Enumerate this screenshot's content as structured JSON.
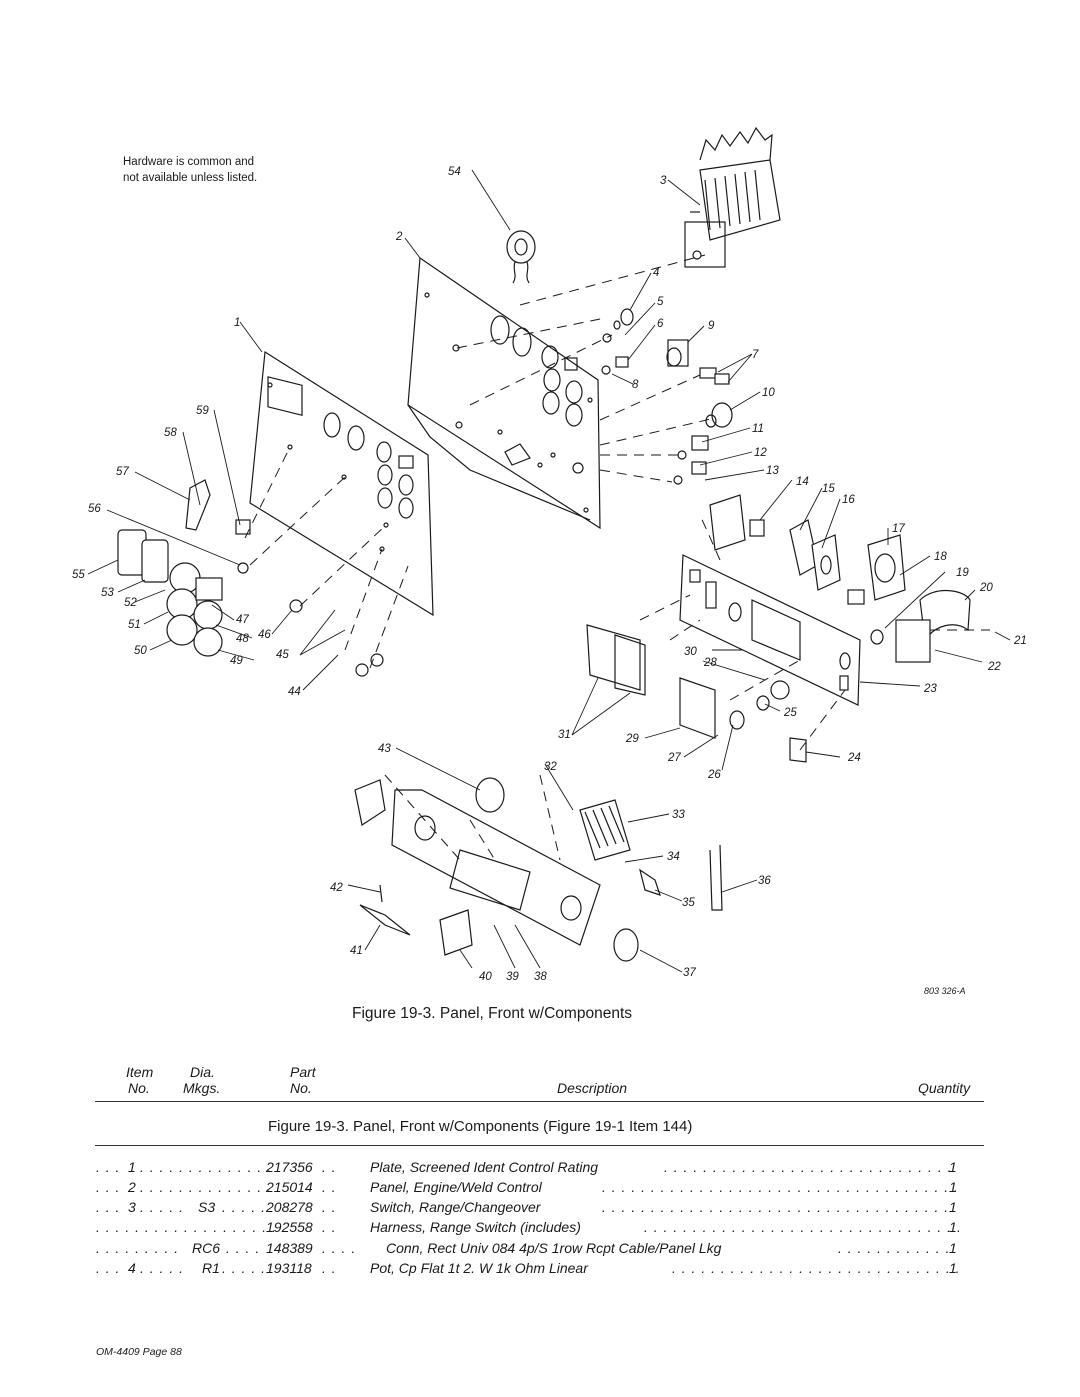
{
  "note": {
    "line1": "Hardware is common and",
    "line2": "not available unless listed."
  },
  "callouts": [
    "1",
    "2",
    "3",
    "4",
    "5",
    "6",
    "7",
    "8",
    "9",
    "10",
    "11",
    "12",
    "13",
    "14",
    "15",
    "16",
    "17",
    "18",
    "19",
    "20",
    "21",
    "22",
    "23",
    "24",
    "25",
    "26",
    "27",
    "28",
    "29",
    "30",
    "31",
    "32",
    "33",
    "34",
    "35",
    "36",
    "37",
    "38",
    "39",
    "40",
    "41",
    "42",
    "43",
    "44",
    "45",
    "46",
    "47",
    "48",
    "49",
    "50",
    "51",
    "52",
    "53",
    "54",
    "55",
    "56",
    "57",
    "58",
    "59"
  ],
  "drawing_number": "803 326-A",
  "figure_caption": "Figure 19-3. Panel,  Front w/Components",
  "table_header": {
    "item": [
      "Item",
      "No."
    ],
    "dia": [
      "Dia.",
      "Mkgs."
    ],
    "part": [
      "Part",
      "No."
    ],
    "description": "Description",
    "quantity": "Quantity"
  },
  "section_title": "Figure 19-3. Panel,  Front w/Components (Figure 19-1 Item 144)",
  "parts": [
    {
      "item": "1",
      "dia": "",
      "part": "217356",
      "desc": "Plate, Screened Ident Control Rating",
      "qty": "1"
    },
    {
      "item": "2",
      "dia": "",
      "part": "215014",
      "desc": "Panel, Engine/Weld Control",
      "qty": "1"
    },
    {
      "item": "3",
      "dia": "S3",
      "part": "208278",
      "desc": "Switch, Range/Changeover",
      "qty": "1"
    },
    {
      "item": "",
      "dia": "",
      "part": "192558",
      "desc": "Harness, Range Switch (includes)",
      "qty": "1"
    },
    {
      "item": "",
      "dia": "RC6",
      "part": "148389",
      "desc": "Conn, Rect Univ 084 4p/S 1row Rcpt Cable/Panel Lkg",
      "qty": "1"
    },
    {
      "item": "4",
      "dia": "R1",
      "part": "193118",
      "desc": "Pot, Cp Flat 1t 2. W 1k Ohm Linear",
      "qty": "1"
    }
  ],
  "footer": "OM-4409 Page 88"
}
